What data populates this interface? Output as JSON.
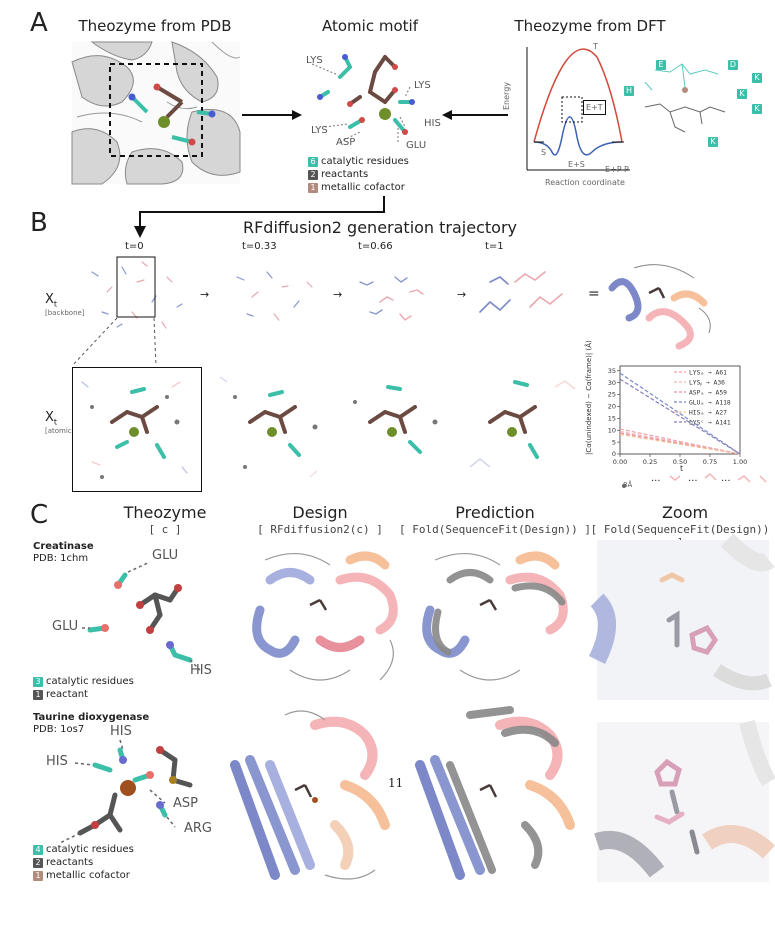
{
  "panelA": {
    "letter": "A",
    "title_pdb": "Theozyme from PDB",
    "title_motif": "Atomic motif",
    "title_dft": "Theozyme from DFT",
    "motif_labels": [
      "LYS",
      "LYS",
      "HIS",
      "LYS",
      "ASP",
      "GLU"
    ],
    "legend": [
      {
        "count": "6",
        "text": "catalytic residues",
        "color": "#3bbfa9"
      },
      {
        "count": "2",
        "text": "reactants",
        "color": "#555555"
      },
      {
        "count": "1",
        "text": "metallic cofactor",
        "color": "#b38b7d"
      }
    ],
    "energy": {
      "ylabel": "Energy",
      "xlabel": "Reaction coordinate",
      "T": "T",
      "ET": "E+T",
      "S": "S",
      "ES": "E+S",
      "EP": "E+P",
      "P": "P"
    },
    "mol_tags": [
      "E",
      "D",
      "K",
      "H",
      "K",
      "K",
      "K"
    ]
  },
  "panelB": {
    "letter": "B",
    "title": "RFdiffusion2 generation trajectory",
    "times": [
      "t=0",
      "t=0.33",
      "t=0.66",
      "t=1"
    ],
    "row1_label": "X",
    "row1_sub": "t",
    "row1_tag": "[backbone]",
    "row2_label": "X",
    "row2_sub": "t",
    "row2_tag": "[atomic]",
    "equals": "=",
    "arrow": "→",
    "ellipsis": "···",
    "chart_small_label": "8Å"
  },
  "chart_data": {
    "type": "line",
    "xlabel": "t",
    "ylabel": "|Cα(unindexed) − Cα(frame)| (Å)",
    "xlim": [
      0.0,
      1.0
    ],
    "ylim": [
      0,
      37
    ],
    "xticks": [
      "0.00",
      "0.25",
      "0.50",
      "0.75",
      "1.00"
    ],
    "yticks": [
      "0",
      "5",
      "10",
      "15",
      "20",
      "25",
      "30",
      "35"
    ],
    "legend_position": "top-right",
    "series": [
      {
        "name": "LYSₐ → A61",
        "color": "#f0a0a8",
        "x": [
          0,
          1
        ],
        "y": [
          10.5,
          0
        ]
      },
      {
        "name": "LYSᵦ → A36",
        "color": "#f4b4b8",
        "x": [
          0,
          1
        ],
        "y": [
          9.5,
          0
        ]
      },
      {
        "name": "ASPₐ → A59",
        "color": "#e8909c",
        "x": [
          0,
          1
        ],
        "y": [
          8.8,
          0
        ]
      },
      {
        "name": "GLUₐ → A118",
        "color": "#7c88c8",
        "x": [
          0,
          1
        ],
        "y": [
          34,
          0
        ]
      },
      {
        "name": "HISₐ → A27",
        "color": "#f5c09a",
        "x": [
          0,
          1
        ],
        "y": [
          8.2,
          0
        ]
      },
      {
        "name": "LYSᶜ → A141",
        "color": "#8a7fb8",
        "x": [
          0,
          1
        ],
        "y": [
          31.5,
          0
        ]
      }
    ]
  },
  "panelC": {
    "letter": "C",
    "col_theozyme": "Theozyme",
    "col_theozyme_sub": "[ c ]",
    "col_design": "Design",
    "col_design_sub": "[ RFdiffusion2(c) ]",
    "col_prediction": "Prediction",
    "col_prediction_sub": "[ Fold(SequenceFit(Design)) ]",
    "col_zoom": "Zoom",
    "col_zoom_sub": "[ Fold(SequenceFit(Design)) ]",
    "row1": {
      "name": "Creatinase",
      "pdb": "PDB: 1chm",
      "labels": [
        "GLU",
        "GLU",
        "HIS"
      ],
      "legend": [
        {
          "count": "3",
          "text": "catalytic residues",
          "color": "#3bbfa9"
        },
        {
          "count": "1",
          "text": "reactant",
          "color": "#555555"
        }
      ]
    },
    "row2": {
      "name": "Taurine dioxygenase",
      "pdb": "PDB: 1os7",
      "labels": [
        "HIS",
        "HIS",
        "ASP",
        "ARG"
      ],
      "legend": [
        {
          "count": "4",
          "text": "catalytic residues",
          "color": "#3bbfa9"
        },
        {
          "count": "2",
          "text": "reactants",
          "color": "#555555"
        },
        {
          "count": "1",
          "text": "metallic cofactor",
          "color": "#b38b7d"
        }
      ]
    }
  },
  "page_number": "11"
}
